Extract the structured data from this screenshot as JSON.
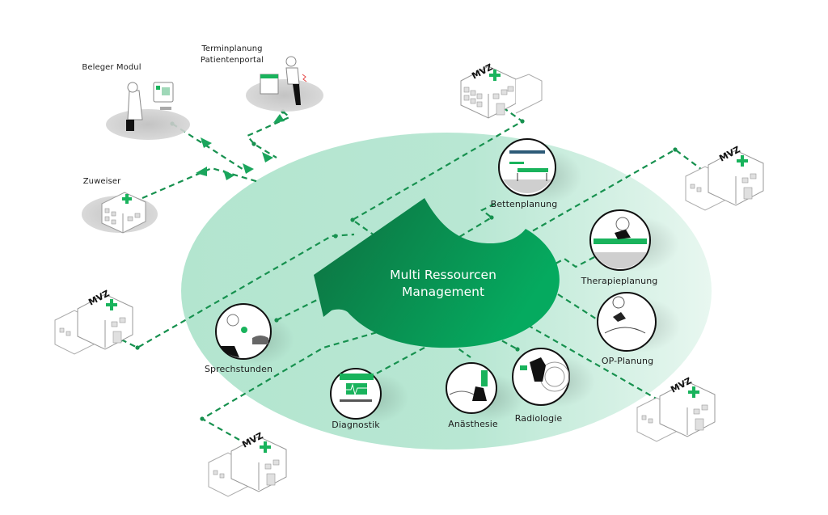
{
  "title": "Multi Ressourcen Management",
  "colors": {
    "ellipse_fill": "#b5e6d1",
    "ellipse_fade": "#e6f6ef",
    "core_dark": "#0f7a45",
    "core_light": "#06a85e",
    "connector": "#17914f",
    "arrow": "#1aa55c",
    "node_ring": "#111111",
    "building_stroke": "#8a8a8a",
    "building_cross": "#19b35c",
    "shadow": "#c9c9c9"
  },
  "center": {
    "line1": "Multi Ressourcen",
    "line2": "Management"
  },
  "inputs": [
    {
      "id": "beleger",
      "label": "Beleger Modul"
    },
    {
      "id": "termin",
      "label_line1": "Terminplanung",
      "label_line2": "Patientenportal"
    },
    {
      "id": "zuweiser",
      "label": "Zuweiser"
    }
  ],
  "resources": [
    {
      "id": "betten",
      "label": "Bettenplanung"
    },
    {
      "id": "therapie",
      "label": "Therapieplanung"
    },
    {
      "id": "op",
      "label": "OP-Planung"
    },
    {
      "id": "radiologie",
      "label": "Radiologie"
    },
    {
      "id": "anaesthesie",
      "label": "Anästhesie"
    },
    {
      "id": "diagnostik",
      "label": "Diagnostik"
    },
    {
      "id": "sprech",
      "label": "Sprechstunden"
    }
  ],
  "buildings": [
    {
      "id": "mvz-top",
      "sign": "MVZ"
    },
    {
      "id": "mvz-right",
      "sign": "MVZ"
    },
    {
      "id": "mvz-left",
      "sign": "MVZ"
    },
    {
      "id": "mvz-bottom-right",
      "sign": "MVZ"
    },
    {
      "id": "mvz-bottom-left",
      "sign": "MVZ"
    }
  ]
}
